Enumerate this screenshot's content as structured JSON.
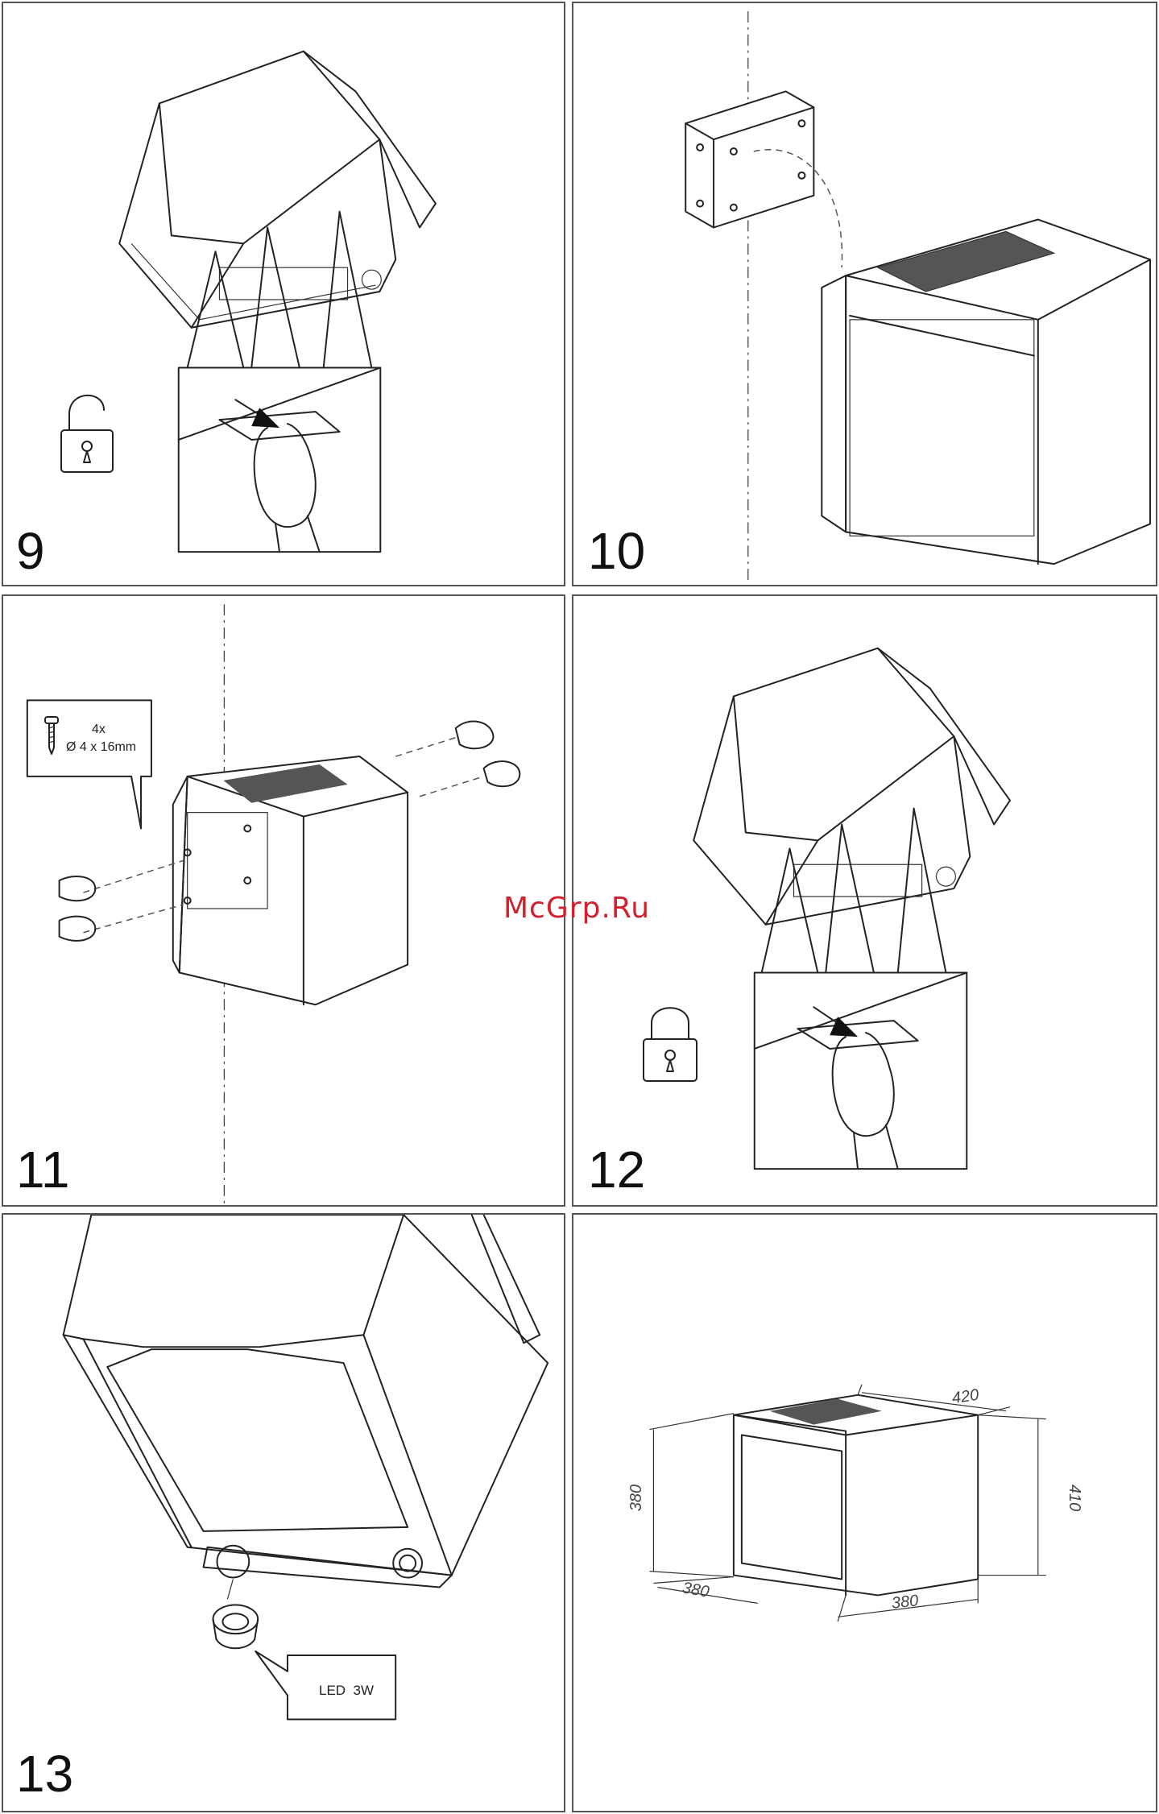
{
  "steps": [
    {
      "number": "9",
      "icon": "unlocked-padlock-icon"
    },
    {
      "number": "10",
      "icon": ""
    },
    {
      "number": "11",
      "icon": "screw-icon",
      "callout_qty": "4x",
      "callout_size": "Ø 4 x 16mm"
    },
    {
      "number": "12",
      "icon": "locked-padlock-icon"
    },
    {
      "number": "13",
      "icon": "led-lamp-icon",
      "callout": "LED  3W"
    }
  ],
  "dimensions": {
    "depth_top": "420",
    "height_left": "380",
    "height_right": "410",
    "width_front": "380",
    "width_bottom": "380"
  },
  "watermark": "McGrp.Ru",
  "colors": {
    "border": "#555555",
    "line": "#222222",
    "watermark": "#d2202f"
  }
}
